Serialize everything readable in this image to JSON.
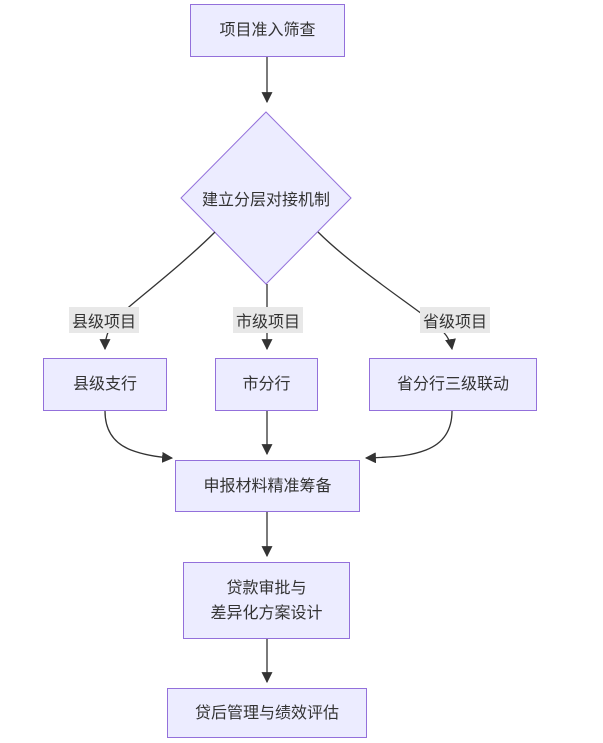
{
  "diagram": {
    "type": "flowchart",
    "direction": "top-down",
    "nodes": {
      "screening": {
        "id": "screening",
        "label": "项目准入筛查",
        "shape": "rect"
      },
      "decision": {
        "id": "decision",
        "label": "建立分层对接机制",
        "shape": "diamond"
      },
      "county_branch": {
        "id": "county_branch",
        "label": "县级支行",
        "shape": "rect"
      },
      "city_branch": {
        "id": "city_branch",
        "label": "市分行",
        "shape": "rect"
      },
      "province_branch": {
        "id": "province_branch",
        "label": "省分行三级联动",
        "shape": "rect"
      },
      "materials": {
        "id": "materials",
        "label": "申报材料精准筹备",
        "shape": "rect"
      },
      "approval": {
        "id": "approval",
        "label": "贷款审批与\n差异化方案设计",
        "shape": "rect"
      },
      "post_loan": {
        "id": "post_loan",
        "label": "贷后管理与绩效评估",
        "shape": "rect"
      }
    },
    "edge_labels": {
      "county": "县级项目",
      "city": "市级项目",
      "province": "省级项目"
    },
    "edges": [
      {
        "from": "screening",
        "to": "decision",
        "label": ""
      },
      {
        "from": "decision",
        "to": "county_branch",
        "label": "县级项目"
      },
      {
        "from": "decision",
        "to": "city_branch",
        "label": "市级项目"
      },
      {
        "from": "decision",
        "to": "province_branch",
        "label": "省级项目"
      },
      {
        "from": "county_branch",
        "to": "materials",
        "label": ""
      },
      {
        "from": "city_branch",
        "to": "materials",
        "label": ""
      },
      {
        "from": "province_branch",
        "to": "materials",
        "label": ""
      },
      {
        "from": "materials",
        "to": "approval",
        "label": ""
      },
      {
        "from": "approval",
        "to": "post_loan",
        "label": ""
      }
    ],
    "colors": {
      "node_fill": "#ECECFF",
      "node_border": "#9370DB",
      "edge": "#333333",
      "edge_label_bg": "#e8e8e8",
      "text": "#333333"
    }
  }
}
